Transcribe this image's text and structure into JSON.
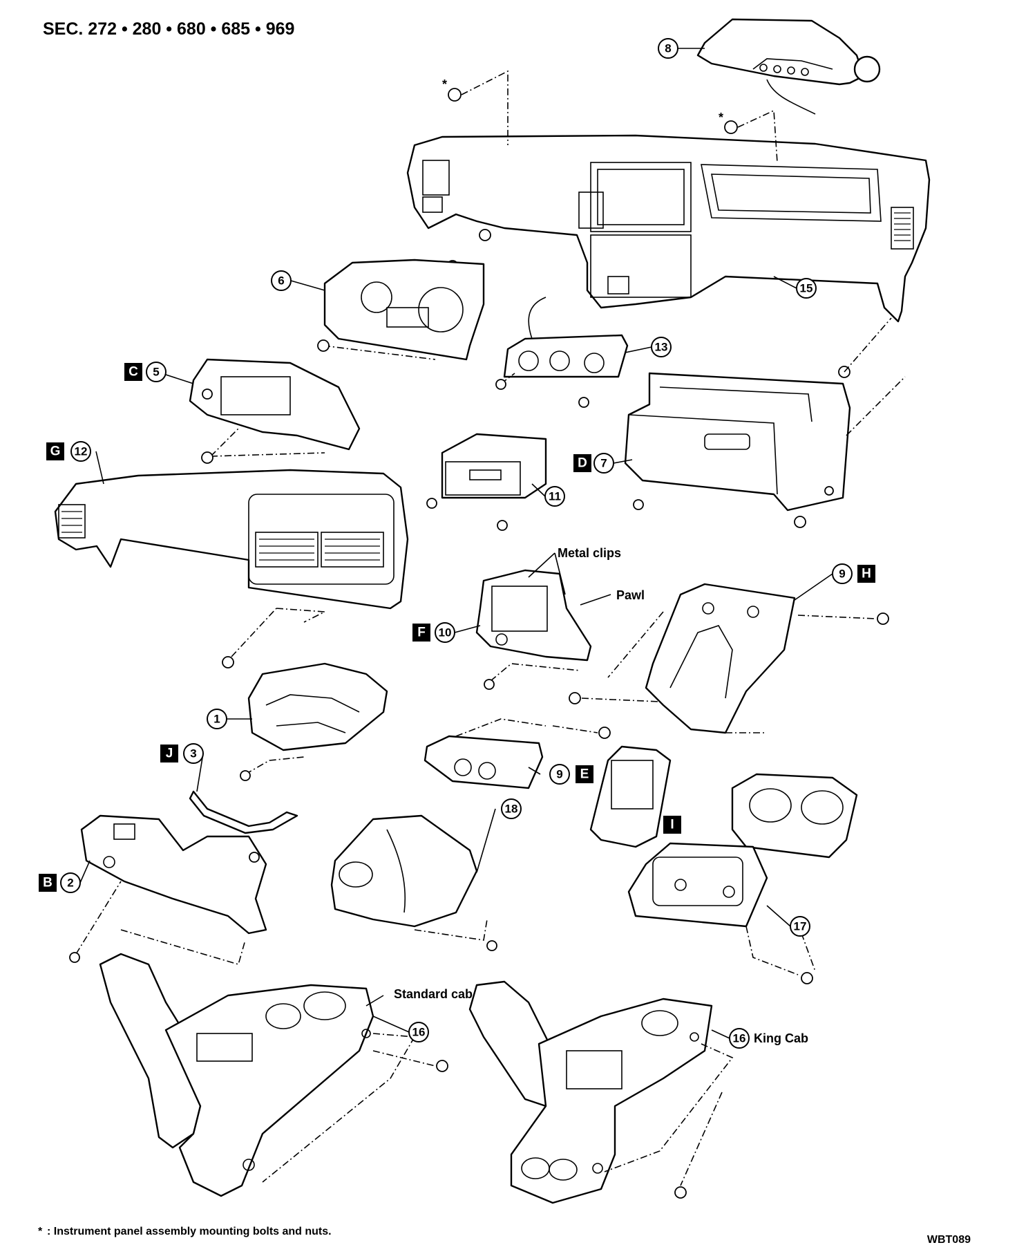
{
  "header": {
    "section": "SEC. 272 • 280 • 680 • 685 • 969"
  },
  "footnote": {
    "symbol": "*",
    "text": ": Instrument panel assembly mounting bolts and nuts."
  },
  "figure_code": "WBT089",
  "callouts": {
    "c1": "1",
    "c2": "2",
    "c3": "3",
    "c5": "5",
    "c6": "6",
    "c7": "7",
    "c8": "8",
    "c9a": "9",
    "c9b": "9",
    "c10": "10",
    "c11": "11",
    "c12": "12",
    "c13": "13",
    "c15": "15",
    "c16a": "16",
    "c16b": "16",
    "c17": "17",
    "c18": "18"
  },
  "letter_boxes": {
    "b": "B",
    "c": "C",
    "d": "D",
    "e": "E",
    "f": "F",
    "g": "G",
    "h": "H",
    "i": "I",
    "j": "J"
  },
  "labels": {
    "metal_clips": "Metal clips",
    "pawl": "Pawl",
    "standard_cab": "Standard cab",
    "king_cab": "King Cab",
    "asterisk_1": "*",
    "asterisk_2": "*"
  }
}
